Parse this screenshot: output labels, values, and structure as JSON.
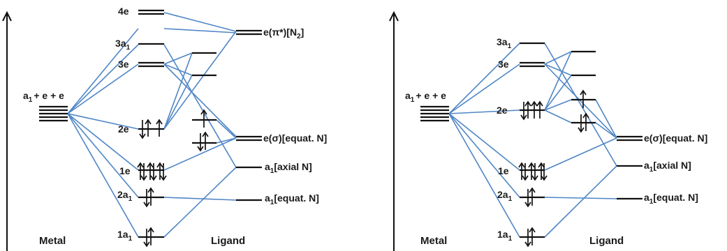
{
  "panels": [
    {
      "id": "left",
      "x_labels": {
        "metal": "Metal",
        "ligand": "Ligand"
      },
      "metal_label": {
        "main": "a",
        "sub": "1",
        "rest": "+ e + e"
      },
      "mo_labels": {
        "4e": "4e",
        "3a1": {
          "main": "3a",
          "sub": "1"
        },
        "3e": "3e",
        "2e": "2e",
        "1e": "1e",
        "2a1": {
          "main": "2a",
          "sub": "1"
        },
        "1a1": {
          "main": "1a",
          "sub": "1"
        }
      },
      "ligand_labels": {
        "pi_star": {
          "main": "e(π*)[N",
          "sub": "2",
          "end": "]"
        },
        "sigma": "e(σ)[equat. N]",
        "axial": {
          "main": "a",
          "sub": "1",
          "end": "[axial N]"
        },
        "equat": {
          "main": "a",
          "sub": "1",
          "end": "[equat. N]"
        }
      }
    },
    {
      "id": "right",
      "x_labels": {
        "metal": "Metal",
        "ligand": "Ligand"
      },
      "metal_label": {
        "main": "a",
        "sub": "1",
        "rest": "+ e + e"
      },
      "mo_labels": {
        "3a1": {
          "main": "3a",
          "sub": "1"
        },
        "3e": "3e",
        "2e": "2e",
        "1e": "1e",
        "2a1": {
          "main": "2a",
          "sub": "1"
        },
        "1a1": {
          "main": "1a",
          "sub": "1"
        }
      },
      "ligand_labels": {
        "sigma": "e(σ)[equat. N]",
        "axial": {
          "main": "a",
          "sub": "1",
          "end": "[axial N]"
        },
        "equat": {
          "main": "a",
          "sub": "1",
          "end": "[equat. N]"
        }
      }
    }
  ]
}
